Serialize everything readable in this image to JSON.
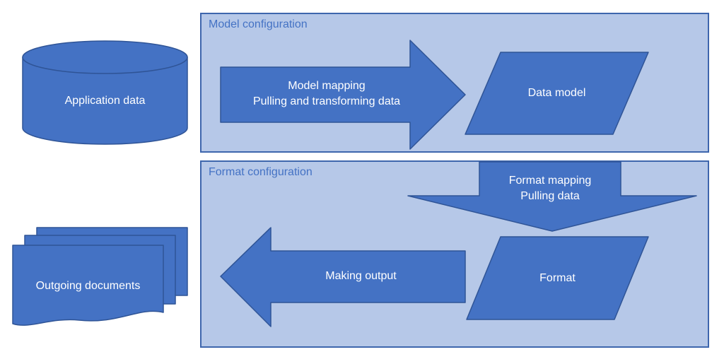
{
  "diagram": {
    "containers": {
      "model_configuration": {
        "title": "Model configuration"
      },
      "format_configuration": {
        "title": "Format configuration"
      }
    },
    "nodes": {
      "application_data": {
        "label": "Application data",
        "shape": "cylinder"
      },
      "data_model": {
        "label": "Data model",
        "shape": "parallelogram"
      },
      "format": {
        "label": "Format",
        "shape": "parallelogram"
      },
      "outgoing_documents": {
        "label": "Outgoing documents",
        "shape": "multi-document"
      }
    },
    "arrows": {
      "model_mapping": {
        "direction": "right",
        "lines": [
          "Model mapping",
          "Pulling and transforming data"
        ]
      },
      "format_mapping": {
        "direction": "down",
        "lines": [
          "Format mapping",
          "Pulling data"
        ]
      },
      "making_output": {
        "direction": "left",
        "label": "Making output"
      }
    },
    "colors": {
      "shape_fill": "#4472c4",
      "shape_border": "#2f5496",
      "container_fill": "#b6c8e8",
      "container_border": "#3e66ad",
      "container_title_text": "#4472c4",
      "label_text": "#ffffff",
      "page_background": "#ffffff"
    }
  }
}
